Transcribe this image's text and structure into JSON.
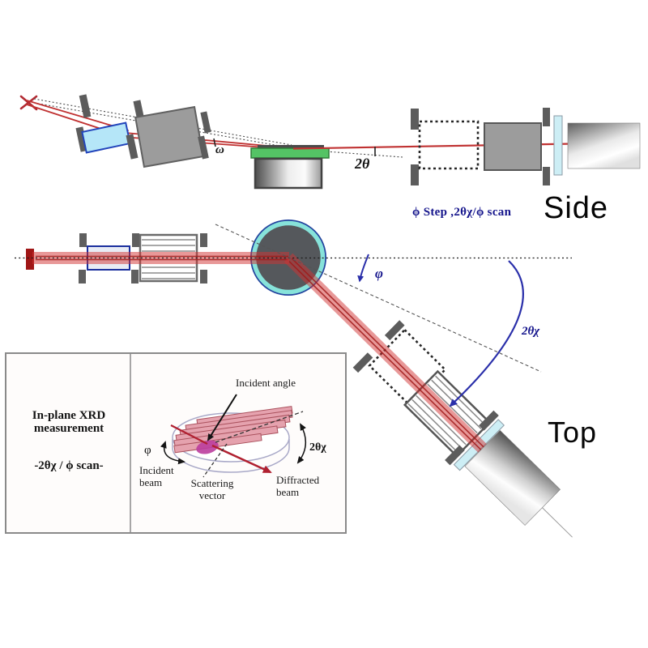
{
  "side_view": {
    "name_label": "Side",
    "scan_mode_label": "ϕ Step ,2θχ/ϕ scan",
    "omega_label": "ω",
    "two_theta_label": "2θ"
  },
  "top_view": {
    "name_label": "Top",
    "phi_label": "φ",
    "two_theta_chi_label": "2θχ"
  },
  "inset": {
    "title_line1": "In-plane XRD",
    "title_line2": "measurement",
    "subtitle": "-2θχ / ϕ scan-",
    "incident_angle_label": "Incident angle",
    "phi_label": "φ",
    "two_theta_chi_label": "2θχ",
    "incident_beam_line1": "Incident",
    "incident_beam_line2": "beam",
    "scattering_vector_line1": "Scattering",
    "scattering_vector_line2": "vector",
    "diffracted_beam_line1": "Diffracted",
    "diffracted_beam_line2": "beam"
  },
  "colors": {
    "beam_red": "#c23a3a",
    "beam_core_red": "#a02323",
    "annotation_blue": "#2a2faa",
    "label_blue": "#15158c",
    "sample_disc_gray": "#55585c",
    "sample_ring_cyan": "#87e3da",
    "sample_ring_blue": "#23449e",
    "stage_green": "#54c365",
    "optic_window_cyan": "#cdeef5",
    "mirror_fill_blue": "#b5e6f8",
    "slit_gray": "#5c5c5c"
  }
}
